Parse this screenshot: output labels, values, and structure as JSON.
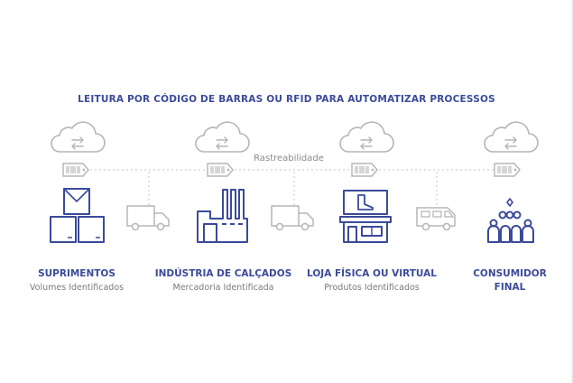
{
  "header": {
    "title": "LEITURA POR CÓDIGO DE BARRAS OU RFID PARA AUTOMATIZAR PROCESSOS"
  },
  "track": {
    "label": "Rastreabilidade"
  },
  "stages": [
    {
      "title": "SUPRIMENTOS",
      "subtitle": "Volumes Identificados",
      "icon": "boxes-icon"
    },
    {
      "title": "INDÚSTRIA DE CALÇADOS",
      "subtitle": "Mercadoria Identificada",
      "icon": "factory-icon"
    },
    {
      "title": "LOJA FÍSICA OU VIRTUAL",
      "subtitle": "Produtos Identificados",
      "icon": "store-icon"
    },
    {
      "title": "CONSUMIDOR",
      "title2": "FINAL",
      "icon": "consumers-icon"
    }
  ],
  "colors": {
    "primary": "#3b4a9a",
    "gray": "#b5b5b5",
    "text_gray": "#7a7a7a"
  }
}
